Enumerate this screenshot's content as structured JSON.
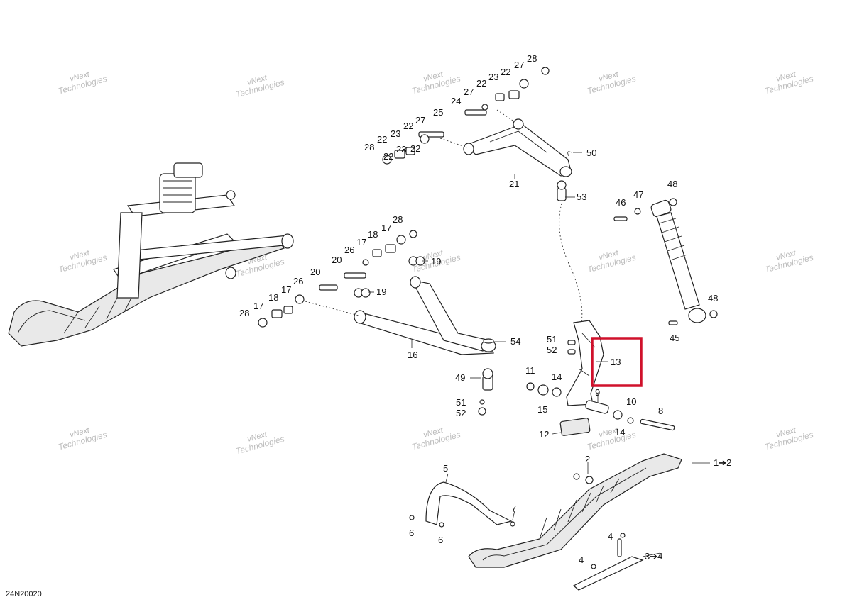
{
  "diagram_code": "24N20020",
  "watermark": {
    "line1": "vNext",
    "line2": "Technologies"
  },
  "highlight": {
    "part": "13",
    "color": "#d0112b"
  },
  "arrow_labels": {
    "ski_part": "1➔2",
    "runner_part": "3➔4"
  },
  "labels": {
    "top_arm": [
      "28",
      "27",
      "23",
      "22",
      "22",
      "27",
      "24",
      "22",
      "23",
      "22",
      "27",
      "25",
      "28",
      "22",
      "23",
      "22",
      "50",
      "21",
      "53"
    ],
    "lower_arm": [
      "28",
      "17",
      "18",
      "26",
      "17",
      "20",
      "19",
      "19",
      "20",
      "26",
      "17",
      "18",
      "17",
      "28",
      "16",
      "54",
      "49",
      "51",
      "52"
    ],
    "spindle": [
      "51",
      "52",
      "13",
      "11",
      "14",
      "15",
      "9",
      "10",
      "14",
      "8",
      "12"
    ],
    "shock": [
      "46",
      "47",
      "48",
      "48",
      "45"
    ],
    "ski": [
      "2",
      "5",
      "7",
      "6",
      "6",
      "4",
      "4"
    ]
  }
}
